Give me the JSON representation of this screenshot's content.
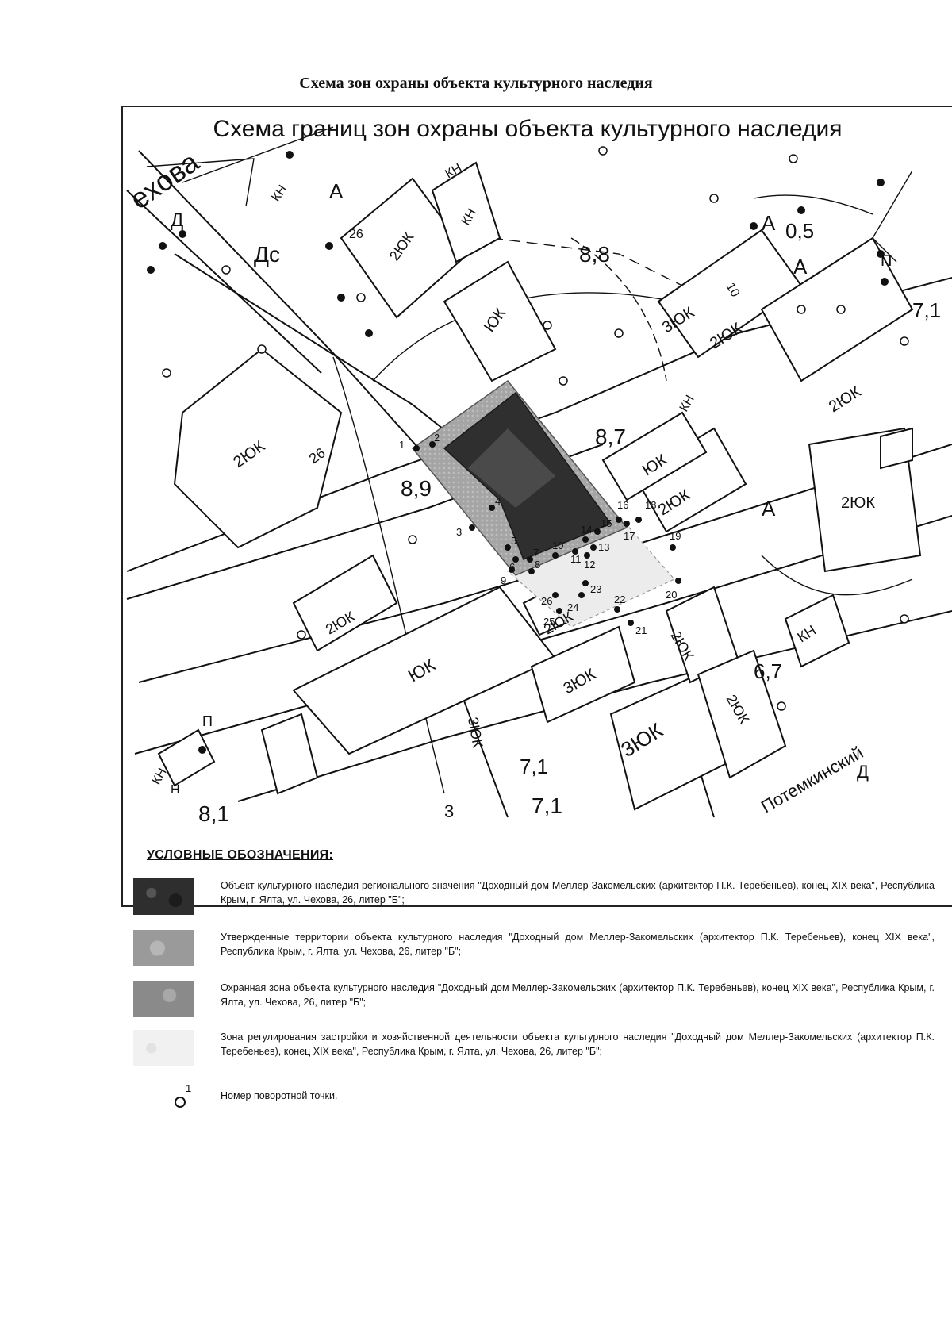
{
  "document_title": "Схема зон охраны объекта культурного наследия",
  "map": {
    "title": "Схема границ зон охраны объекта культурного наследия",
    "street_labels": [
      "ехова",
      "Потемкинский"
    ],
    "building_labels": [
      "2ЮК",
      "ЮК",
      "3ЮК",
      "3ЮК",
      "2ЮК",
      "2ЮК",
      "2ЮК",
      "2ЮК",
      "ЮК",
      "2ЮК",
      "2ЮК",
      "2ЮК",
      "2ЮК",
      "2ЮК",
      "КН",
      "КН",
      "КН",
      "КН",
      "КН",
      "КН",
      "3ЮК",
      "ЮК",
      "3ЮК"
    ],
    "small_labels": [
      "26",
      "26",
      "А",
      "А",
      "А",
      "А",
      "Д",
      "Дс",
      "П",
      "П",
      "10",
      "Д",
      "3",
      "Н"
    ],
    "elevation_labels": [
      "8,8",
      "8,7",
      "8,9",
      "0,5",
      "6,7",
      "7,1",
      "7,1",
      "8,1",
      "7,1"
    ],
    "points": [
      {
        "n": "1"
      },
      {
        "n": "2"
      },
      {
        "n": "3"
      },
      {
        "n": "4"
      },
      {
        "n": "5"
      },
      {
        "n": "6"
      },
      {
        "n": "7"
      },
      {
        "n": "8"
      },
      {
        "n": "9"
      },
      {
        "n": "10"
      },
      {
        "n": "11"
      },
      {
        "n": "12"
      },
      {
        "n": "13"
      },
      {
        "n": "14"
      },
      {
        "n": "15"
      },
      {
        "n": "16"
      },
      {
        "n": "17"
      },
      {
        "n": "18"
      },
      {
        "n": "19"
      },
      {
        "n": "20"
      },
      {
        "n": "21"
      },
      {
        "n": "22"
      },
      {
        "n": "23"
      },
      {
        "n": "24"
      },
      {
        "n": "25"
      },
      {
        "n": "26"
      }
    ]
  },
  "legend": {
    "title": "УСЛОВНЫЕ ОБОЗНАЧЕНИЯ:",
    "items": [
      {
        "swatch": "dark-object",
        "text": "Объект культурного наследия регионального значения \"Доходный дом Меллер-Закомельских (архитектор П.К. Теребеньев), конец XIX века\", Республика Крым, г. Ялта, ул. Чехова, 26, литер \"Б\";"
      },
      {
        "swatch": "approved-territory",
        "text": "Утвержденные территории объекта культурного наследия \"Доходный дом Меллер-Закомельских (архитектор П.К. Теребеньев), конец XIX века\", Республика Крым, г. Ялта, ул. Чехова, 26, литер \"Б\";"
      },
      {
        "swatch": "protection-zone",
        "text": "Охранная зона объекта культурного наследия \"Доходный дом Меллер-Закомельских (архитектор П.К. Теребеньев), конец XIX века\", Республика Крым, г. Ялта, ул. Чехова, 26, литер \"Б\";"
      },
      {
        "swatch": "regulation-zone",
        "text": "Зона регулирования застройки и хозяйственной деятельности объекта культурного наследия \"Доходный дом Меллер-Закомельских (архитектор П.К. Теребеньев), конец XIX века\", Республика Крым, г. Ялта, ул. Чехова, 26, литер \"Б\";"
      },
      {
        "swatch": "turning-point",
        "marker_number": "1",
        "text": "Номер поворотной точки."
      }
    ]
  }
}
